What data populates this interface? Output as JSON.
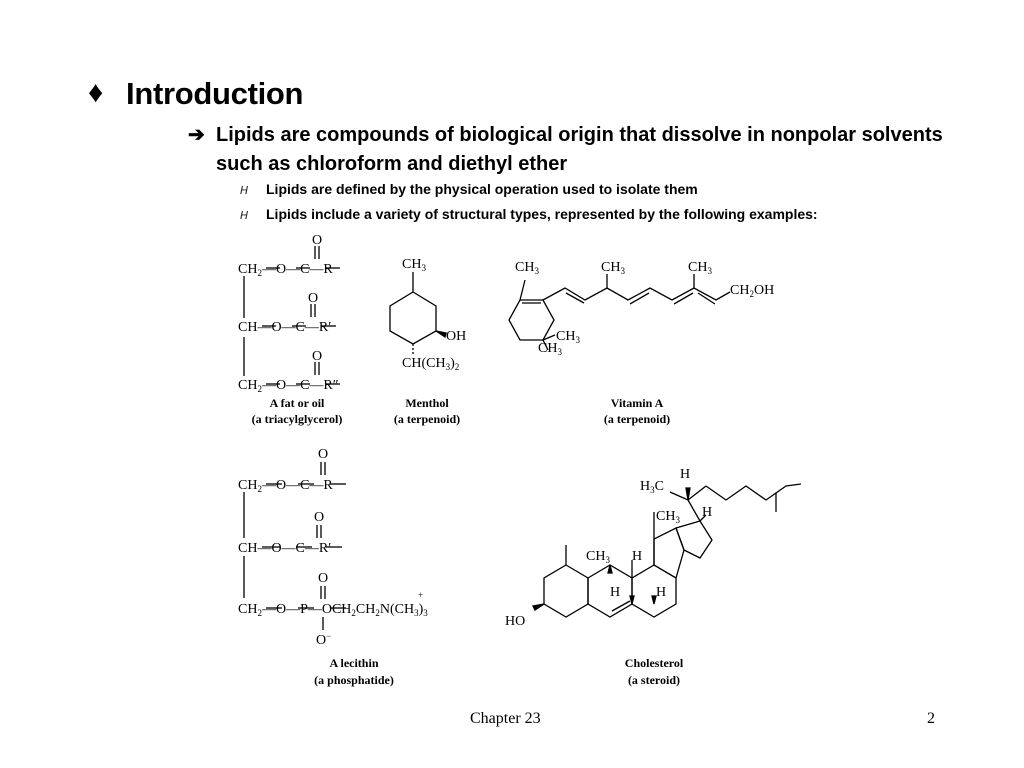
{
  "slide": {
    "bullet_symbol": "♦",
    "title": "Introduction",
    "arrow_symbol": "➔",
    "lead_text": "Lipids are compounds of biological origin that dissolve in nonpolar solvents such as chloroform and diethyl ether",
    "sub_bullet_symbol": "H",
    "sub_points": [
      "Lipids are defined by the physical operation used to isolate them",
      "Lipids include a variety of structural types, represented by the following examples:"
    ]
  },
  "structures": {
    "fat": {
      "name": "A fat or oil",
      "class": "(a triacylglycerol)"
    },
    "menthol": {
      "name": "Menthol",
      "class": "(a terpenoid)"
    },
    "vitamin_a": {
      "name": "Vitamin A",
      "class": "(a terpenoid)"
    },
    "lecithin": {
      "name": "A lecithin",
      "class": "(a phosphatide)"
    },
    "cholesterol": {
      "name": "Cholesterol",
      "class": "(a steroid)"
    }
  },
  "footer": {
    "chapter": "Chapter 23",
    "page": "2"
  }
}
